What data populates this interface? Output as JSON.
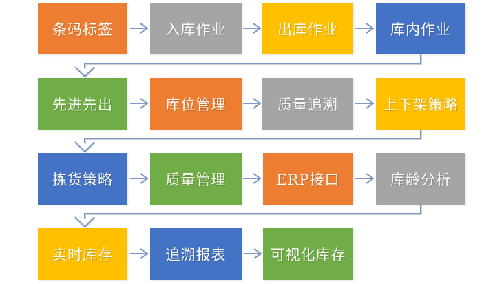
{
  "palette": {
    "orange": "#ED7D31",
    "gray": "#A5A5A5",
    "gold": "#FFC000",
    "blue": "#4472C4",
    "green": "#70AD47",
    "connector": "#7C99C6",
    "background": "#FFFFFF",
    "box_text": "#FAFAF5"
  },
  "flow": {
    "rows": [
      {
        "boxes": [
          {
            "label": "条码标签",
            "color": "#ED7D31"
          },
          {
            "label": "入库作业",
            "color": "#A5A5A5"
          },
          {
            "label": "出库作业",
            "color": "#FFC000"
          },
          {
            "label": "库内作业",
            "color": "#4472C4"
          }
        ]
      },
      {
        "boxes": [
          {
            "label": "先进先出",
            "color": "#70AD47"
          },
          {
            "label": "库位管理",
            "color": "#ED7D31"
          },
          {
            "label": "质量追溯",
            "color": "#A5A5A5"
          },
          {
            "label": "上下架策略",
            "color": "#FFC000"
          }
        ]
      },
      {
        "boxes": [
          {
            "label": "拣货策略",
            "color": "#4472C4"
          },
          {
            "label": "质量管理",
            "color": "#70AD47"
          },
          {
            "label": "ERP接口",
            "color": "#ED7D31"
          },
          {
            "label": "库龄分析",
            "color": "#A5A5A5"
          }
        ]
      },
      {
        "boxes": [
          {
            "label": "实时库存",
            "color": "#FFC000"
          },
          {
            "label": "追溯报表",
            "color": "#4472C4"
          },
          {
            "label": "可视化库存",
            "color": "#70AD47"
          }
        ]
      }
    ]
  }
}
